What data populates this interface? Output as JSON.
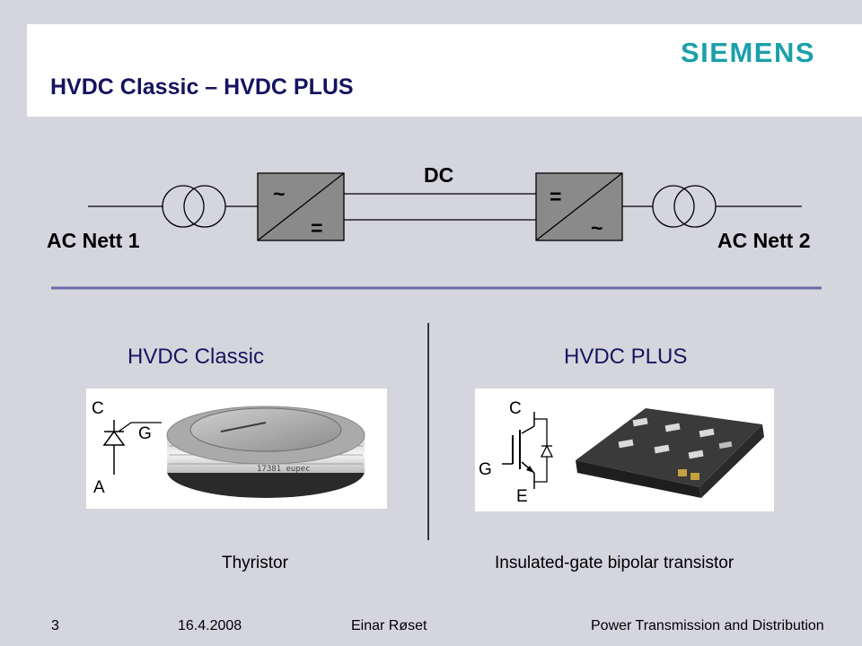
{
  "header": {
    "title": "HVDC Classic – HVDC PLUS",
    "logo_text": "SIEMENS"
  },
  "diagram": {
    "dc_label": "DC",
    "ac_left": "AC Nett 1",
    "ac_right": "AC Nett 2",
    "conv1_top": "~",
    "conv1_bottom": "=",
    "conv2_top": "=",
    "conv2_bottom": "~"
  },
  "sections": {
    "left_title": "HVDC Classic",
    "right_title": "HVDC PLUS",
    "thyristor_symbol": {
      "c": "C",
      "g": "G",
      "a": "A"
    },
    "igbt_symbol": {
      "c": "C",
      "g": "G",
      "e": "E"
    },
    "left_caption": "Thyristor",
    "right_caption": "Insulated-gate bipolar transistor"
  },
  "footer": {
    "page": "3",
    "date": "16.4.2008",
    "author": "Einar Røset",
    "division": "Power Transmission and Distribution"
  },
  "colors": {
    "title": "#14145f",
    "logo": "#1aa0aa",
    "background": "#d5d5de",
    "divider": "#6a6aaa"
  }
}
